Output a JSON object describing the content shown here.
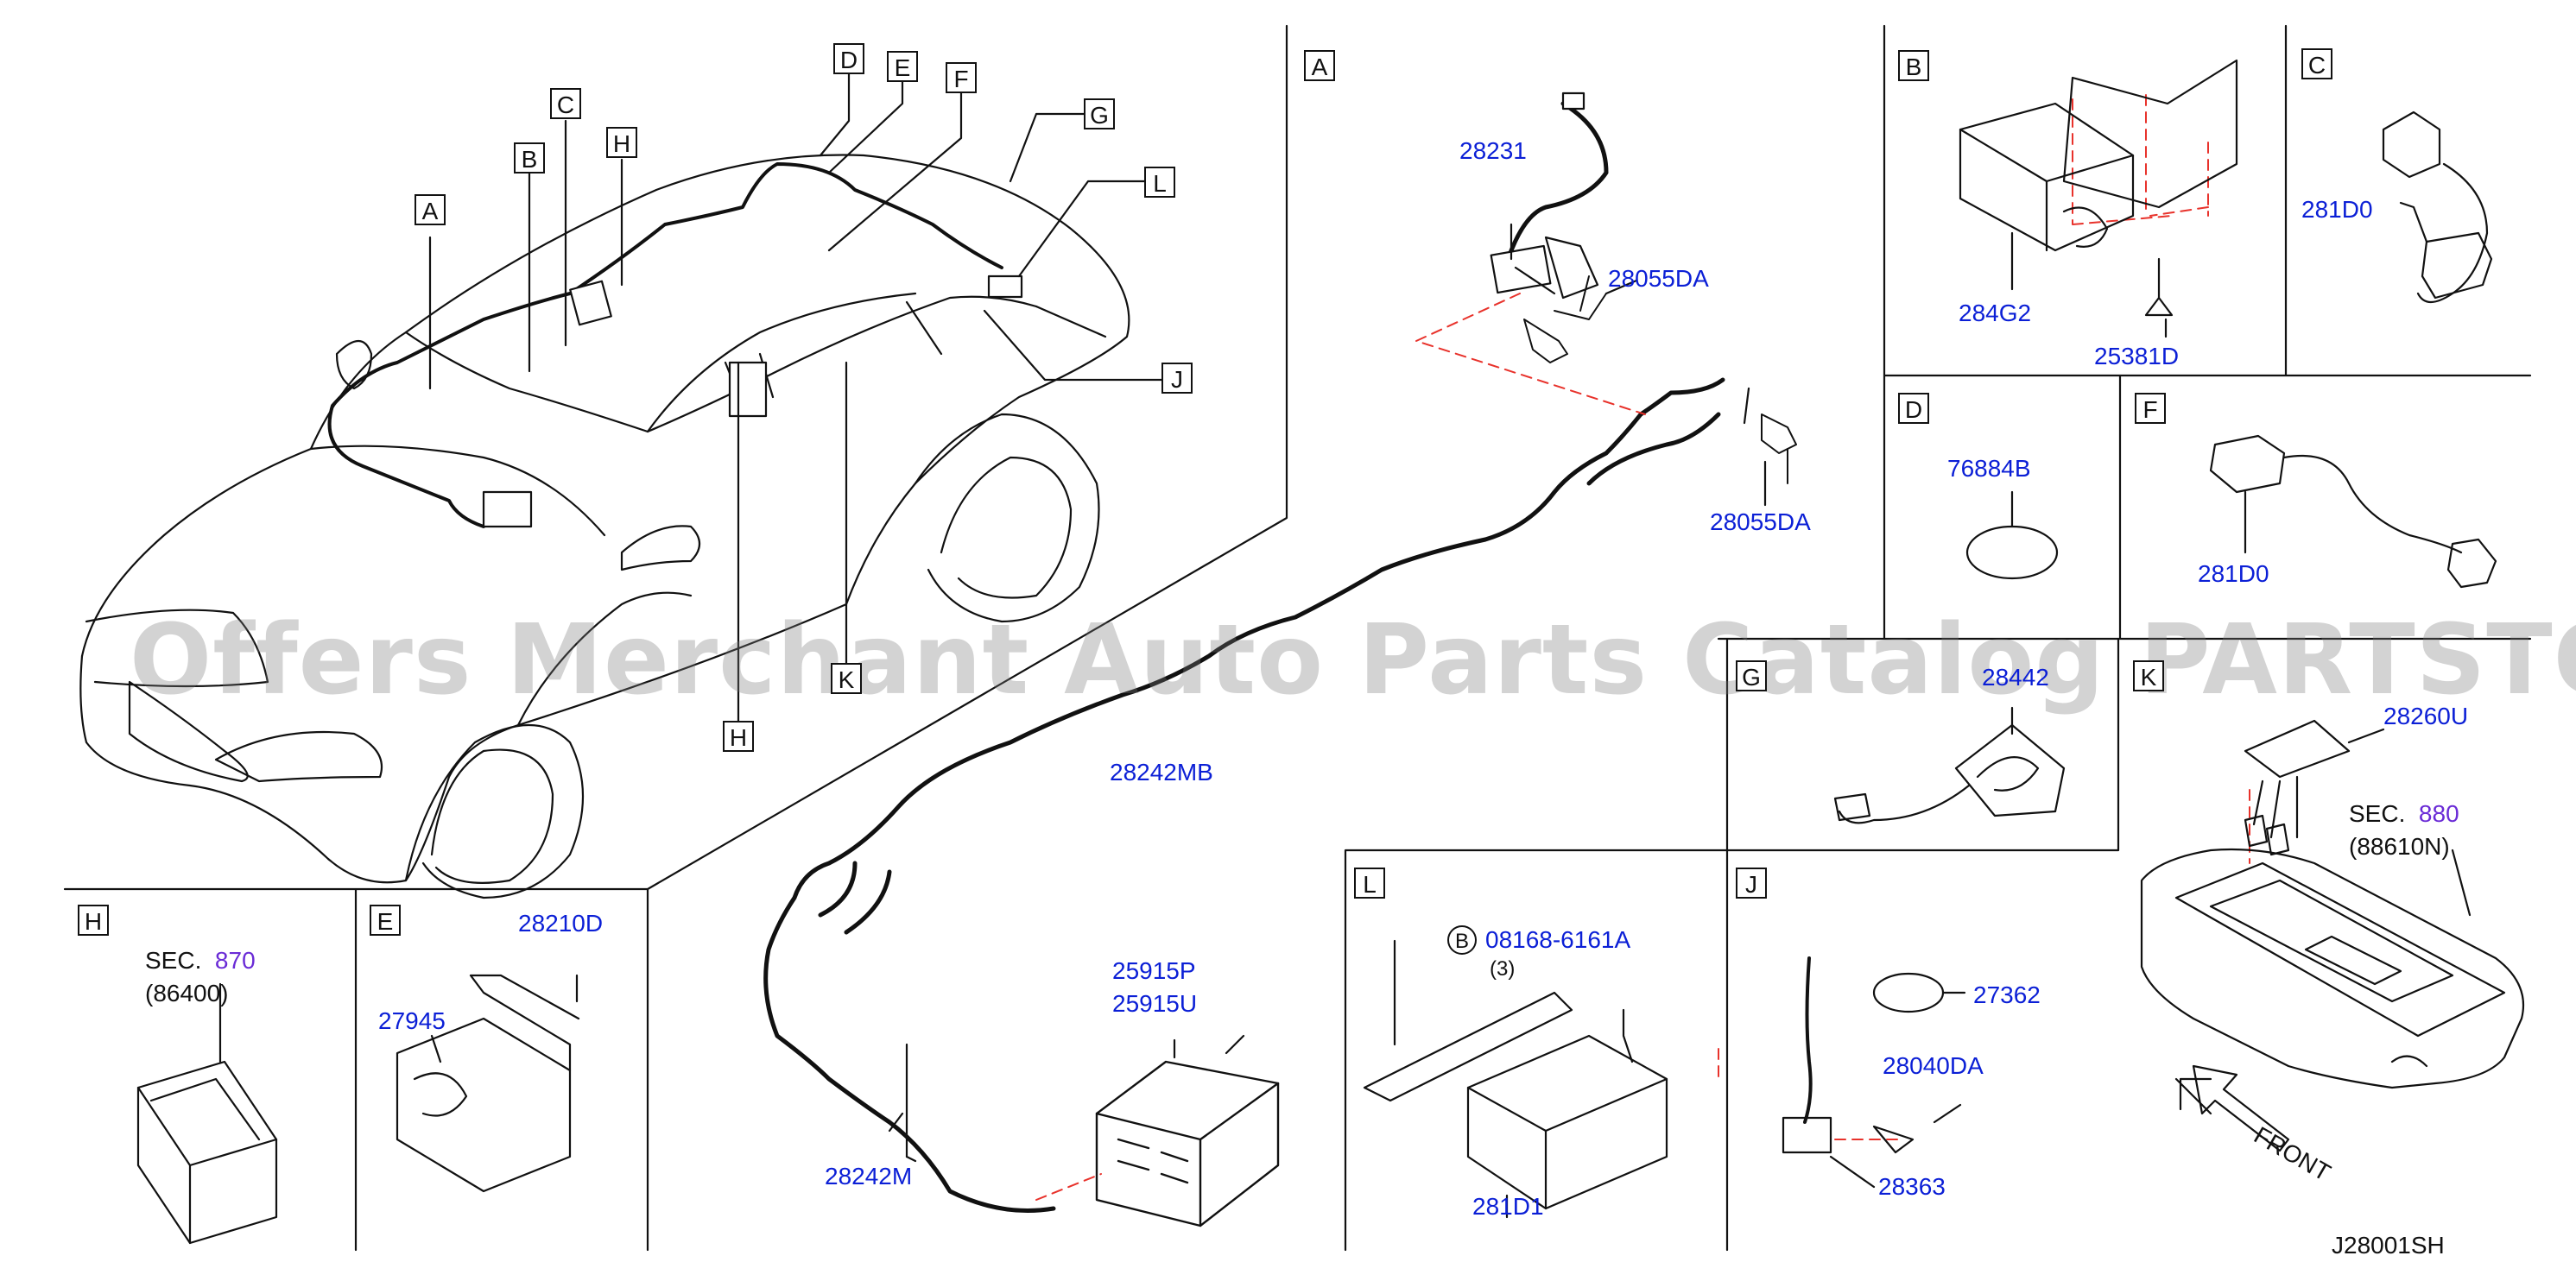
{
  "watermark": "Offers Merchant Auto Parts Catalog PARTSTORE.SA",
  "diagram_id": "J28001SH",
  "section_labels": {
    "A": "A",
    "B": "B",
    "C": "C",
    "D": "D",
    "E": "E",
    "F": "F",
    "G": "G",
    "H": "H",
    "J": "J",
    "K": "K",
    "L": "L"
  },
  "parts": {
    "p28231": "28231",
    "p28055DA_1": "28055DA",
    "p28055DA_2": "28055DA",
    "p28242MB": "28242MB",
    "p28242M": "28242M",
    "p25915P": "25915P",
    "p25915U": "25915U",
    "p284G2": "284G2",
    "p25381D": "25381D",
    "p281D0_c": "281D0",
    "p76884B": "76884B",
    "p281D0_f": "281D0",
    "p28442": "28442",
    "p28260U": "28260U",
    "p28210D": "28210D",
    "p27945": "27945",
    "p08168": "08168-6161A",
    "p08168_qty": "(3)",
    "p281D1": "281D1",
    "p27362": "27362",
    "p28040DA": "28040DA",
    "p28363": "28363"
  },
  "sec_refs": {
    "h_sec": "SEC.",
    "h_num": "870",
    "h_sub": "(86400)",
    "k_sec": "SEC.",
    "k_num": "880",
    "k_sub": "(88610N)"
  },
  "front_label": "FRONT",
  "colors": {
    "part_number": "#0b1fd6",
    "sec_number": "#6a2bd6",
    "leader_dash": "#e8322b"
  }
}
